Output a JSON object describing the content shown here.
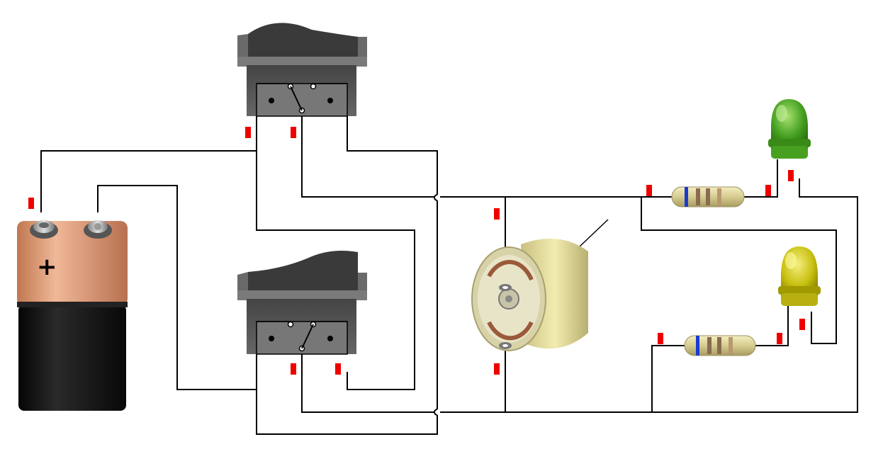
{
  "diagram": {
    "battery": {
      "polarity_label": "+",
      "colors": {
        "top": "#e0a080",
        "bottom": "#151515"
      }
    },
    "components": [
      "battery",
      "rocker-switch-top",
      "rocker-switch-bottom",
      "dc-motor",
      "resistor-top",
      "resistor-bottom",
      "led-green",
      "led-yellow"
    ],
    "colors": {
      "wire": "#000000",
      "marker": "#ee0000",
      "led_green": "#44aa22",
      "led_yellow": "#c8c010",
      "switch_body": "#555555"
    }
  }
}
